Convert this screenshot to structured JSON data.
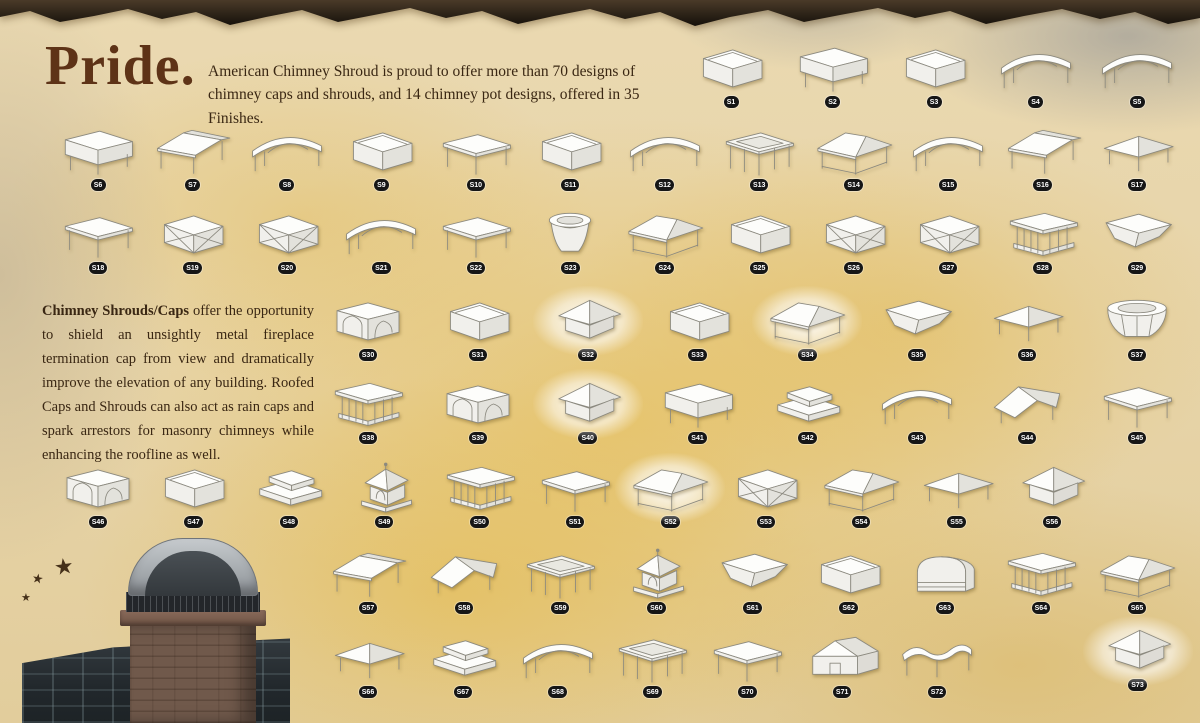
{
  "page": {
    "title": "Pride.",
    "intro": "American Chimney Shroud is proud to offer more than 70 designs of chimney caps and shrouds, and 14 chimney pot designs, offered in 35 Finishes.",
    "body_lead": "Chimney Shrouds/Caps",
    "body_rest": " offer the opportunity to shield an unsightly metal fireplace termination cap from view and dramatically improve the elevation of any building. Roofed Caps and Shrouds can also act as rain caps and spark arrestors for masonry chimneys while enhancing the roofline as well."
  },
  "decor": {
    "star": "★"
  },
  "colors": {
    "background_gold": "#e4bf5e",
    "paper_cream": "#e9dcba",
    "title_brown": "#5e3317",
    "text_brown": "#3a2713",
    "badge_black": "#161616",
    "highlight_white": "#ffffff"
  },
  "catalog": {
    "rows": [
      [
        {
          "id": "S1",
          "shape": "box"
        },
        {
          "id": "S2",
          "shape": "tableSkirt"
        },
        {
          "id": "S3",
          "shape": "box"
        },
        {
          "id": "S4",
          "shape": "canopyBarrel"
        },
        {
          "id": "S5",
          "shape": "canopyBarrel"
        }
      ],
      [
        {
          "id": "S6",
          "shape": "tableSkirt"
        },
        {
          "id": "S7",
          "shape": "canopyGable"
        },
        {
          "id": "S8",
          "shape": "canopyBarrel"
        },
        {
          "id": "S9",
          "shape": "box"
        },
        {
          "id": "S10",
          "shape": "tableFlat"
        },
        {
          "id": "S11",
          "shape": "box"
        },
        {
          "id": "S12",
          "shape": "canopyBarrel"
        },
        {
          "id": "S13",
          "shape": "pergola"
        },
        {
          "id": "S14",
          "shape": "hipPavilion"
        },
        {
          "id": "S15",
          "shape": "canopyBarrel"
        },
        {
          "id": "S16",
          "shape": "canopyGable"
        },
        {
          "id": "S17",
          "shape": "pyramidLow"
        }
      ],
      [
        {
          "id": "S18",
          "shape": "tableFlat"
        },
        {
          "id": "S19",
          "shape": "latticeBox"
        },
        {
          "id": "S20",
          "shape": "latticeBox"
        },
        {
          "id": "S21",
          "shape": "canopyBarrel"
        },
        {
          "id": "S22",
          "shape": "tableFlat"
        },
        {
          "id": "S23",
          "shape": "pot"
        },
        {
          "id": "S24",
          "shape": "hipPavilion"
        },
        {
          "id": "S25",
          "shape": "box"
        },
        {
          "id": "S26",
          "shape": "latticeBox"
        },
        {
          "id": "S27",
          "shape": "latticeBox"
        },
        {
          "id": "S28",
          "shape": "columnsBox"
        },
        {
          "id": "S29",
          "shape": "flaredCap"
        }
      ],
      [
        {
          "id": "S30",
          "shape": "archGothic"
        },
        {
          "id": "S31",
          "shape": "box"
        },
        {
          "id": "S32",
          "shape": "pyramidCap",
          "highlight": true
        },
        {
          "id": "S33",
          "shape": "box"
        },
        {
          "id": "S34",
          "shape": "hipPavilion",
          "highlight": true
        },
        {
          "id": "S35",
          "shape": "flaredCap"
        },
        {
          "id": "S36",
          "shape": "pyramidLow"
        },
        {
          "id": "S37",
          "shape": "octagonCap"
        }
      ],
      [
        {
          "id": "S38",
          "shape": "columnsBox"
        },
        {
          "id": "S39",
          "shape": "archGothic"
        },
        {
          "id": "S40",
          "shape": "pyramidCap",
          "highlight": true
        },
        {
          "id": "S41",
          "shape": "tableSkirt"
        },
        {
          "id": "S42",
          "shape": "stackedSlabs"
        },
        {
          "id": "S43",
          "shape": "canopyBarrel"
        },
        {
          "id": "S44",
          "shape": "folded"
        },
        {
          "id": "S45",
          "shape": "tableFlat"
        }
      ],
      [
        {
          "id": "S46",
          "shape": "archGothic"
        },
        {
          "id": "S47",
          "shape": "box"
        },
        {
          "id": "S48",
          "shape": "stackedSlabs"
        },
        {
          "id": "S49",
          "shape": "cupola"
        },
        {
          "id": "S50",
          "shape": "columnsBox"
        },
        {
          "id": "S51",
          "shape": "tableFlat"
        },
        {
          "id": "S52",
          "shape": "hipPavilion",
          "highlight": true
        },
        {
          "id": "S53",
          "shape": "latticeBox"
        },
        {
          "id": "S54",
          "shape": "hipPavilion"
        },
        {
          "id": "S55",
          "shape": "pyramidLow"
        },
        {
          "id": "S56",
          "shape": "pyramidCap"
        }
      ],
      [
        {
          "id": "S57",
          "shape": "canopyGable"
        },
        {
          "id": "S58",
          "shape": "folded"
        },
        {
          "id": "S59",
          "shape": "pergola"
        },
        {
          "id": "S60",
          "shape": "cupola"
        },
        {
          "id": "S61",
          "shape": "flaredCap"
        },
        {
          "id": "S62",
          "shape": "box"
        },
        {
          "id": "S63",
          "shape": "archRound"
        },
        {
          "id": "S64",
          "shape": "columnsBox"
        },
        {
          "id": "S65",
          "shape": "hipPavilion"
        }
      ],
      [
        {
          "id": "S66",
          "shape": "pyramidLow"
        },
        {
          "id": "S67",
          "shape": "stackedSlabs"
        },
        {
          "id": "S68",
          "shape": "canopyBarrel"
        },
        {
          "id": "S69",
          "shape": "pergola"
        },
        {
          "id": "S70",
          "shape": "tableFlat"
        },
        {
          "id": "S71",
          "shape": "house"
        },
        {
          "id": "S72",
          "shape": "wavy"
        }
      ],
      [
        {
          "id": "S73",
          "shape": "pyramidCap",
          "highlight": true
        }
      ]
    ]
  }
}
